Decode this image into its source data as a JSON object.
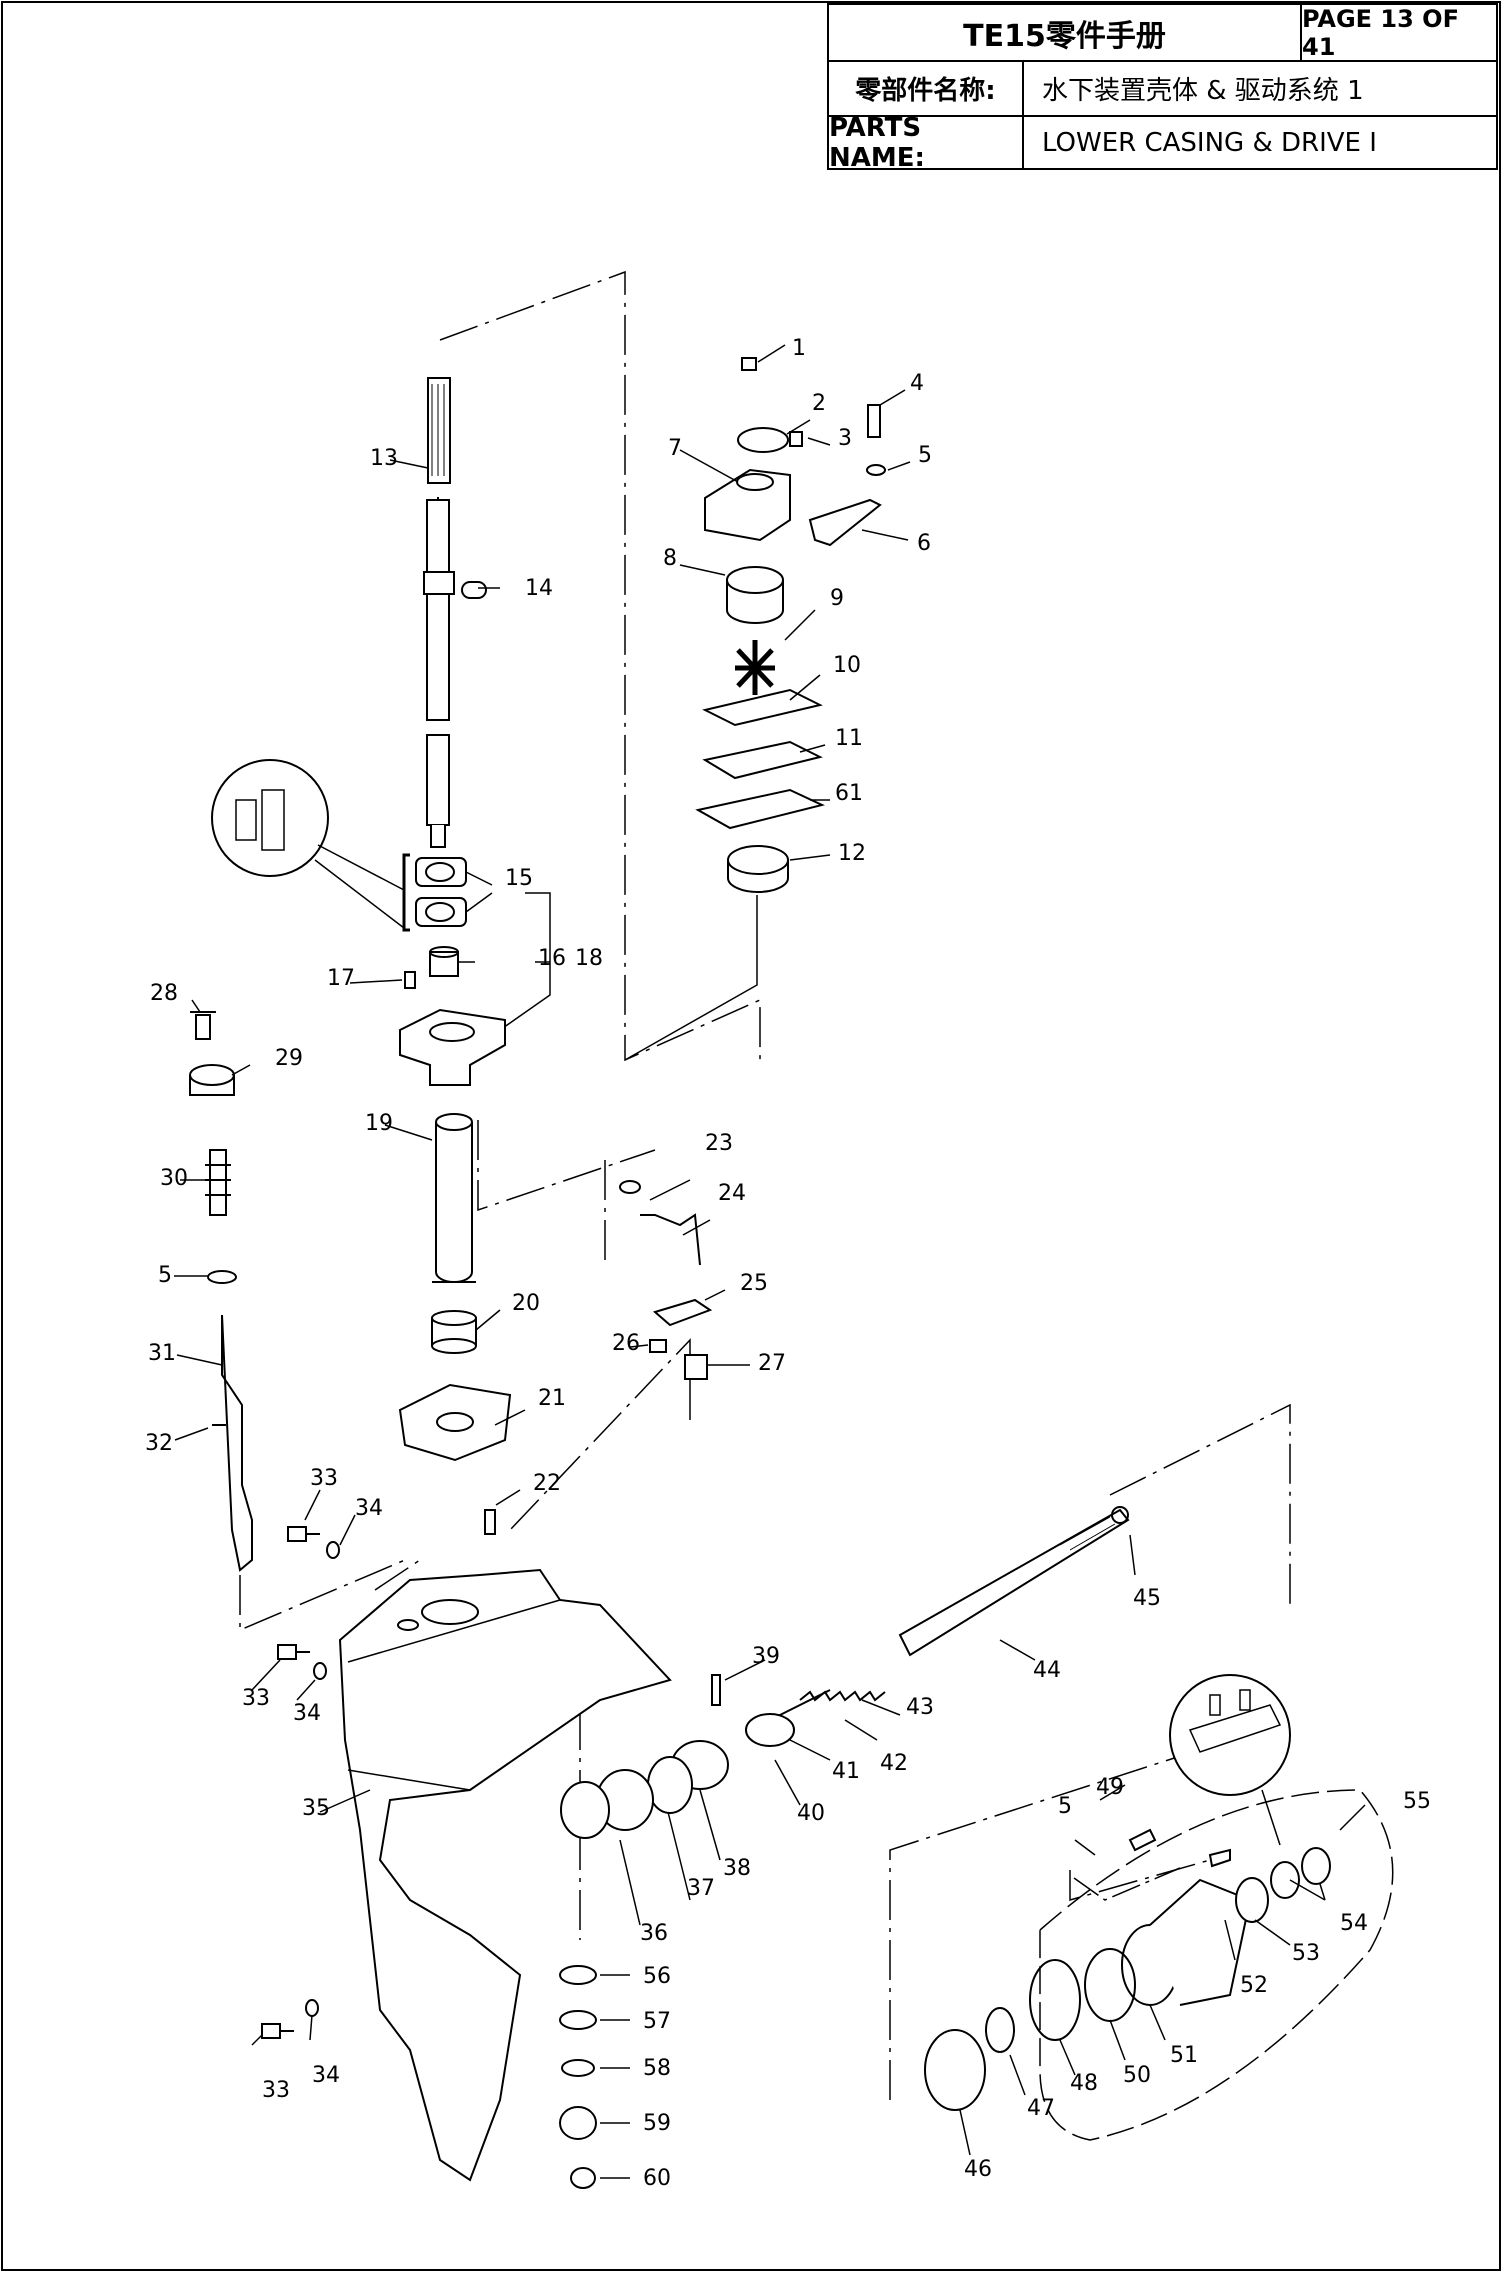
{
  "header": {
    "manual_title": "TE15零件手册",
    "page": "PAGE 13 OF 41",
    "name_label_cn": "零部件名称:",
    "name_value_cn": "水下装置壳体 & 驱动系统 1",
    "name_label_en": "PARTS NAME:",
    "name_value_en": "LOWER CASING & DRIVE I"
  },
  "callouts": [
    "1",
    "2",
    "3",
    "4",
    "5",
    "6",
    "7",
    "8",
    "9",
    "10",
    "11",
    "61",
    "12",
    "13",
    "14",
    "15",
    "16",
    "17",
    "18",
    "19",
    "20",
    "21",
    "22",
    "23",
    "24",
    "25",
    "26",
    "27",
    "28",
    "29",
    "30",
    "5",
    "31",
    "32",
    "33",
    "34",
    "33",
    "34",
    "35",
    "33",
    "34",
    "36",
    "37",
    "38",
    "39",
    "40",
    "41",
    "42",
    "43",
    "44",
    "45",
    "46",
    "47",
    "48",
    "49",
    "5",
    "50",
    "51",
    "52",
    "53",
    "54",
    "55",
    "56",
    "57",
    "58",
    "59",
    "60"
  ]
}
